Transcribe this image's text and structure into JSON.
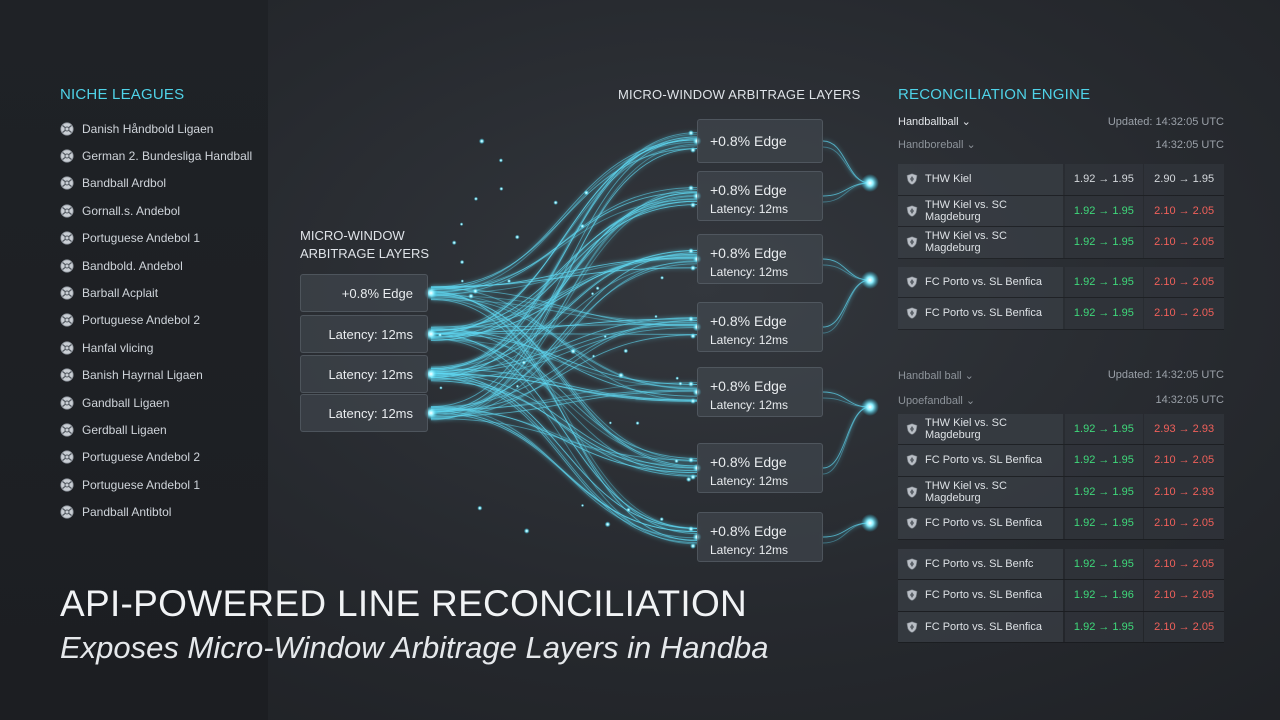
{
  "left_panel": {
    "title": "NICHE LEAGUES",
    "leagues": [
      "Danish Håndbold Ligaen",
      "German 2. Bundesliga Handball",
      "Bandball Ardbol",
      "Gornall.s. Andebol",
      "Portuguese Andebol 1",
      "Bandbold. Andebol",
      "Barball Acplait",
      "Portuguese Andebol 2",
      "Hanfal vlicing",
      "Banish Hayrnal Ligaen",
      "Gandball Ligaen",
      "Gerdball Ligaen",
      "Portuguese Andebol 2",
      "Portuguese Andebol 1",
      "Pandball Antibtol"
    ]
  },
  "network": {
    "title_top": "MICRO-WINDOW ARBITRAGE LAYERS",
    "title_left_line1": "MICRO-WINDOW",
    "title_left_line2": "ARBITRAGE LAYERS",
    "left_boxes": [
      "+0.8% Edge",
      "Latency: 12ms",
      "Latency: 12ms",
      "Latency: 12ms"
    ],
    "right_boxes": [
      {
        "edge": "+0.8% Edge",
        "latency": ""
      },
      {
        "edge": "+0.8% Edge",
        "latency": "Latency: 12ms"
      },
      {
        "edge": "+0.8% Edge",
        "latency": "Latency: 12ms"
      },
      {
        "edge": "+0.8% Edge",
        "latency": "Latency: 12ms"
      },
      {
        "edge": "+0.8% Edge",
        "latency": "Latency: 12ms"
      },
      {
        "edge": "+0.8% Edge",
        "latency": "Latency: 12ms"
      },
      {
        "edge": "+0.8% Edge",
        "latency": "Latency: 12ms"
      }
    ]
  },
  "reconciliation": {
    "title": "RECONCILIATION ENGINE",
    "group1": {
      "header1": {
        "dropdown": "Handballball ⌄",
        "updated": "Updated: 14:32:05 UTC"
      },
      "header2": {
        "dropdown": "Handboreball ⌄",
        "updated": "14:32:05 UTC"
      },
      "rows": [
        {
          "match": "THW Kiel",
          "odds1": "1.92 → 1.95",
          "odds2": "2.90 → 1.95",
          "c1": "w",
          "c2": "w"
        },
        {
          "match": "THW Kiel vs. SC Magdeburg",
          "odds1": "1.92 → 1.95",
          "odds2": "2.10 → 2.05",
          "c1": "g",
          "c2": "r"
        },
        {
          "match": "THW Kiel vs. SC Magdeburg",
          "odds1": "1.92 → 1.95",
          "odds2": "2.10 → 2.05",
          "c1": "g",
          "c2": "r"
        },
        {
          "match": "FC Porto vs. SL Benfica",
          "odds1": "1.92 → 1.95",
          "odds2": "2.10 → 2.05",
          "c1": "g",
          "c2": "r"
        },
        {
          "match": "FC Porto vs. SL Benfica",
          "odds1": "1.92 → 1.95",
          "odds2": "2.10 → 2.05",
          "c1": "g",
          "c2": "r"
        }
      ]
    },
    "group2": {
      "header1": {
        "dropdown": "Handball ball ⌄",
        "updated": "Updated: 14:32:05 UTC"
      },
      "header2": {
        "dropdown": "Upoefandball ⌄",
        "updated": "14:32:05 UTC"
      },
      "rows": [
        {
          "match": "THW Kiel vs. SC Magdeburg",
          "odds1": "1.92 → 1.95",
          "odds2": "2.93 → 2.93",
          "c1": "g",
          "c2": "r"
        },
        {
          "match": "FC Porto vs. SL Benfica",
          "odds1": "1.92 → 1.95",
          "odds2": "2.10 → 2.05",
          "c1": "g",
          "c2": "r"
        },
        {
          "match": "THW Kiel vs. SC Magdeburg",
          "odds1": "1.92 → 1.95",
          "odds2": "2.10 → 2.93",
          "c1": "g",
          "c2": "r"
        },
        {
          "match": "FC Porto vs. SL Benfica",
          "odds1": "1.92 → 1.95",
          "odds2": "2.10 → 2.05",
          "c1": "g",
          "c2": "r"
        }
      ]
    },
    "group3": {
      "rows": [
        {
          "match": "FC Porto vs. SL Benfc",
          "odds1": "1.92 → 1.95",
          "odds2": "2.10 → 2.05",
          "c1": "g",
          "c2": "r"
        },
        {
          "match": "FC Porto vs. SL Benfica",
          "odds1": "1.92 → 1.96",
          "odds2": "2.10 → 2.05",
          "c1": "g",
          "c2": "r"
        },
        {
          "match": "FC Porto vs. SL Benfica",
          "odds1": "1.92 → 1.95",
          "odds2": "2.10 → 2.05",
          "c1": "g",
          "c2": "r"
        }
      ]
    }
  },
  "hero": {
    "title": "API-POWERED LINE RECONCILIATION",
    "subtitle": "Exposes Micro-Window Arbitrage Layers in Handba"
  },
  "colors": {
    "accent": "#4fd3e8",
    "up": "#3fd87a",
    "down": "#f0605a",
    "glow": "#7fe9ff"
  }
}
